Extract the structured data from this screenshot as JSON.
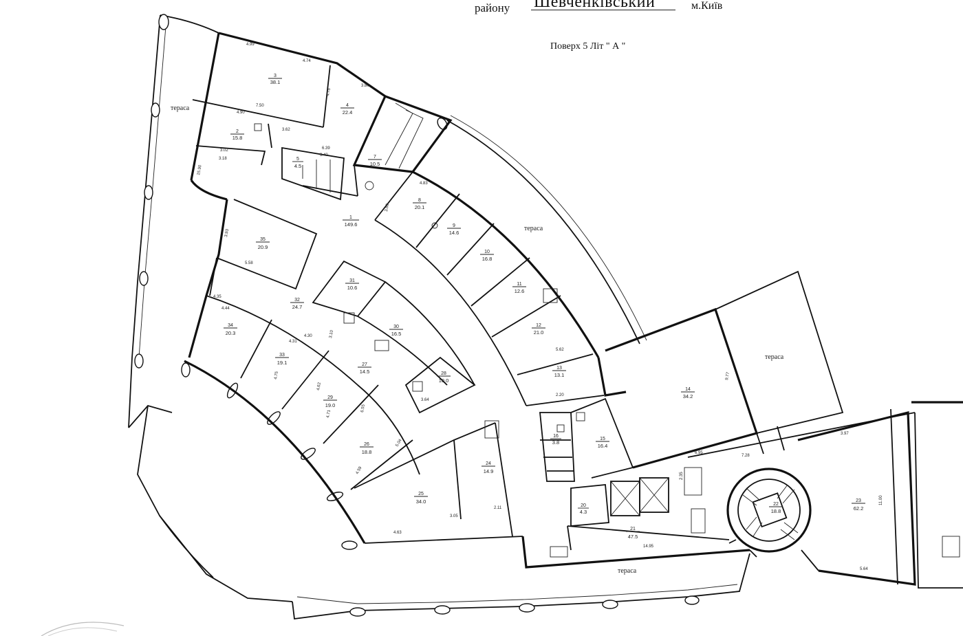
{
  "header": {
    "rayonu": "району",
    "district": "Шевченківський",
    "city": "м.Київ",
    "floor_label": "Поверх 5 Літ \" А \""
  },
  "terraces": [
    "тераса",
    "тераса",
    "тераса",
    "тераса"
  ],
  "rooms": [
    {
      "n": "3",
      "a": "38.1"
    },
    {
      "n": "4",
      "a": "22.4"
    },
    {
      "n": "2",
      "a": "15.8"
    },
    {
      "n": "5",
      "a": "4.5"
    },
    {
      "n": "7",
      "a": "10.5"
    },
    {
      "n": "1",
      "a": "149.6"
    },
    {
      "n": "8",
      "a": "20.1"
    },
    {
      "n": "9",
      "a": "14.6"
    },
    {
      "n": "10",
      "a": "16.8"
    },
    {
      "n": "11",
      "a": "12.6"
    },
    {
      "n": "12",
      "a": "21.0"
    },
    {
      "n": "13",
      "a": "13.1"
    },
    {
      "n": "35",
      "a": "20.9"
    },
    {
      "n": "31",
      "a": "10.6"
    },
    {
      "n": "30",
      "a": "16.5"
    },
    {
      "n": "32",
      "a": "24.7"
    },
    {
      "n": "34",
      "a": "20.3"
    },
    {
      "n": "33",
      "a": "19.1"
    },
    {
      "n": "27",
      "a": "14.5"
    },
    {
      "n": "28",
      "a": "10.0"
    },
    {
      "n": "29",
      "a": "19.0"
    },
    {
      "n": "26",
      "a": "18.8"
    },
    {
      "n": "25",
      "a": "34.0"
    },
    {
      "n": "24",
      "a": "14.9"
    },
    {
      "n": "14",
      "a": "34.2"
    },
    {
      "n": "15",
      "a": "16.4"
    },
    {
      "n": "16",
      "a": "3.8"
    },
    {
      "n": "20",
      "a": "4.3"
    },
    {
      "n": "21",
      "a": "47.5"
    },
    {
      "n": "22",
      "a": "18.8"
    },
    {
      "n": "23",
      "a": "62.2"
    }
  ],
  "dimensions": [
    "4.99",
    "4.74",
    "3.80",
    "4.78",
    "7.50",
    "4.90",
    "3.62",
    "3.02",
    "3.18",
    "15.90",
    "6.39",
    "3.40",
    "4.83",
    "3.60",
    "5.58",
    "3.93",
    "4.35",
    "4.44",
    "4.31",
    "4.30",
    "3.10",
    "4.75",
    "4.62",
    "4.71",
    "6.55",
    "5.04",
    "4.59",
    "4.63",
    "3.05",
    "2.11",
    "3.64",
    "14.95",
    "6.95",
    "7.28",
    "9.77",
    "11.00",
    "5.64",
    "3.97",
    "2.35",
    "5.62",
    "2.20"
  ]
}
